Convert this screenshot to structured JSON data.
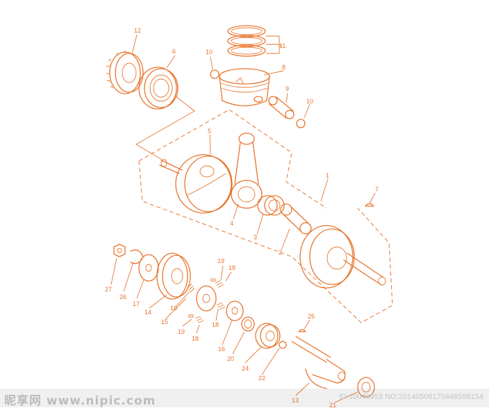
{
  "callouts": {
    "c1": "1",
    "c2": "2",
    "c3": "3",
    "c4": "4",
    "c5": "5",
    "c6": "6",
    "c7": "7",
    "c8": "8",
    "c9": "9",
    "c10a": "10",
    "c10b": "10",
    "c11": "11",
    "c12": "12",
    "c13": "13",
    "c14": "14",
    "c15": "15",
    "c16": "16",
    "c17": "17",
    "c18a": "18",
    "c18b": "18",
    "c18c": "18",
    "c18d": "18",
    "c19a": "19",
    "c19b": "19",
    "c20": "20",
    "c21": "21",
    "c22": "22",
    "c24": "24",
    "c25": "25",
    "c26": "26",
    "c27": "27"
  },
  "watermark": {
    "left_text": "昵享网 www.nipic.com",
    "right_text": "ID:10040953 NO:20140506170446588154"
  },
  "colors": {
    "line": "#e8742c"
  }
}
